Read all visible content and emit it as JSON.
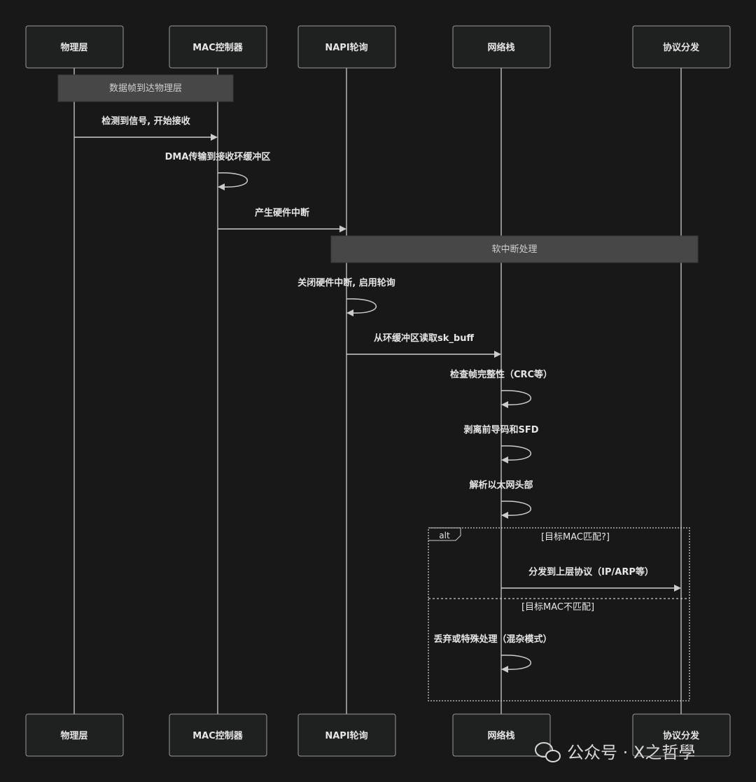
{
  "diagram": {
    "type": "sequence",
    "participants": [
      "物理层",
      "MAC控制器",
      "NAPI轮询",
      "网络栈",
      "协议分发"
    ],
    "notes": [
      {
        "text": "数据帧到达物理层",
        "from": 0,
        "to": 1
      },
      {
        "text": "软中断处理",
        "from": 2,
        "to": 4
      }
    ],
    "messages": [
      {
        "from": 0,
        "to": 1,
        "text": "检测到信号, 开始接收"
      },
      {
        "from": 1,
        "to": 1,
        "text": "DMA传输到接收环缓冲区"
      },
      {
        "from": 1,
        "to": 2,
        "text": "产生硬件中断"
      },
      {
        "from": 2,
        "to": 2,
        "text": "关闭硬件中断, 启用轮询"
      },
      {
        "from": 2,
        "to": 3,
        "text": "从环缓冲区读取sk_buff"
      },
      {
        "from": 3,
        "to": 3,
        "text": "检查帧完整性（CRC等）"
      },
      {
        "from": 3,
        "to": 3,
        "text": "剥离前导码和SFD"
      },
      {
        "from": 3,
        "to": 3,
        "text": "解析以太网头部"
      },
      {
        "from": 3,
        "to": 4,
        "text": "分发到上层协议（IP/ARP等）"
      },
      {
        "from": 3,
        "to": 3,
        "text": "丢弃或特殊处理（混杂模式）"
      }
    ],
    "alt": {
      "label": "alt",
      "branches": [
        "[目标MAC匹配?]",
        "[目标MAC不匹配]"
      ]
    }
  },
  "watermark": "公众号 · X之哲學",
  "colors": {
    "background": "#181818",
    "line": "#cccccc",
    "box_fill": "#1f2020",
    "note_fill": "#474747",
    "text": "#e6e6e6"
  }
}
